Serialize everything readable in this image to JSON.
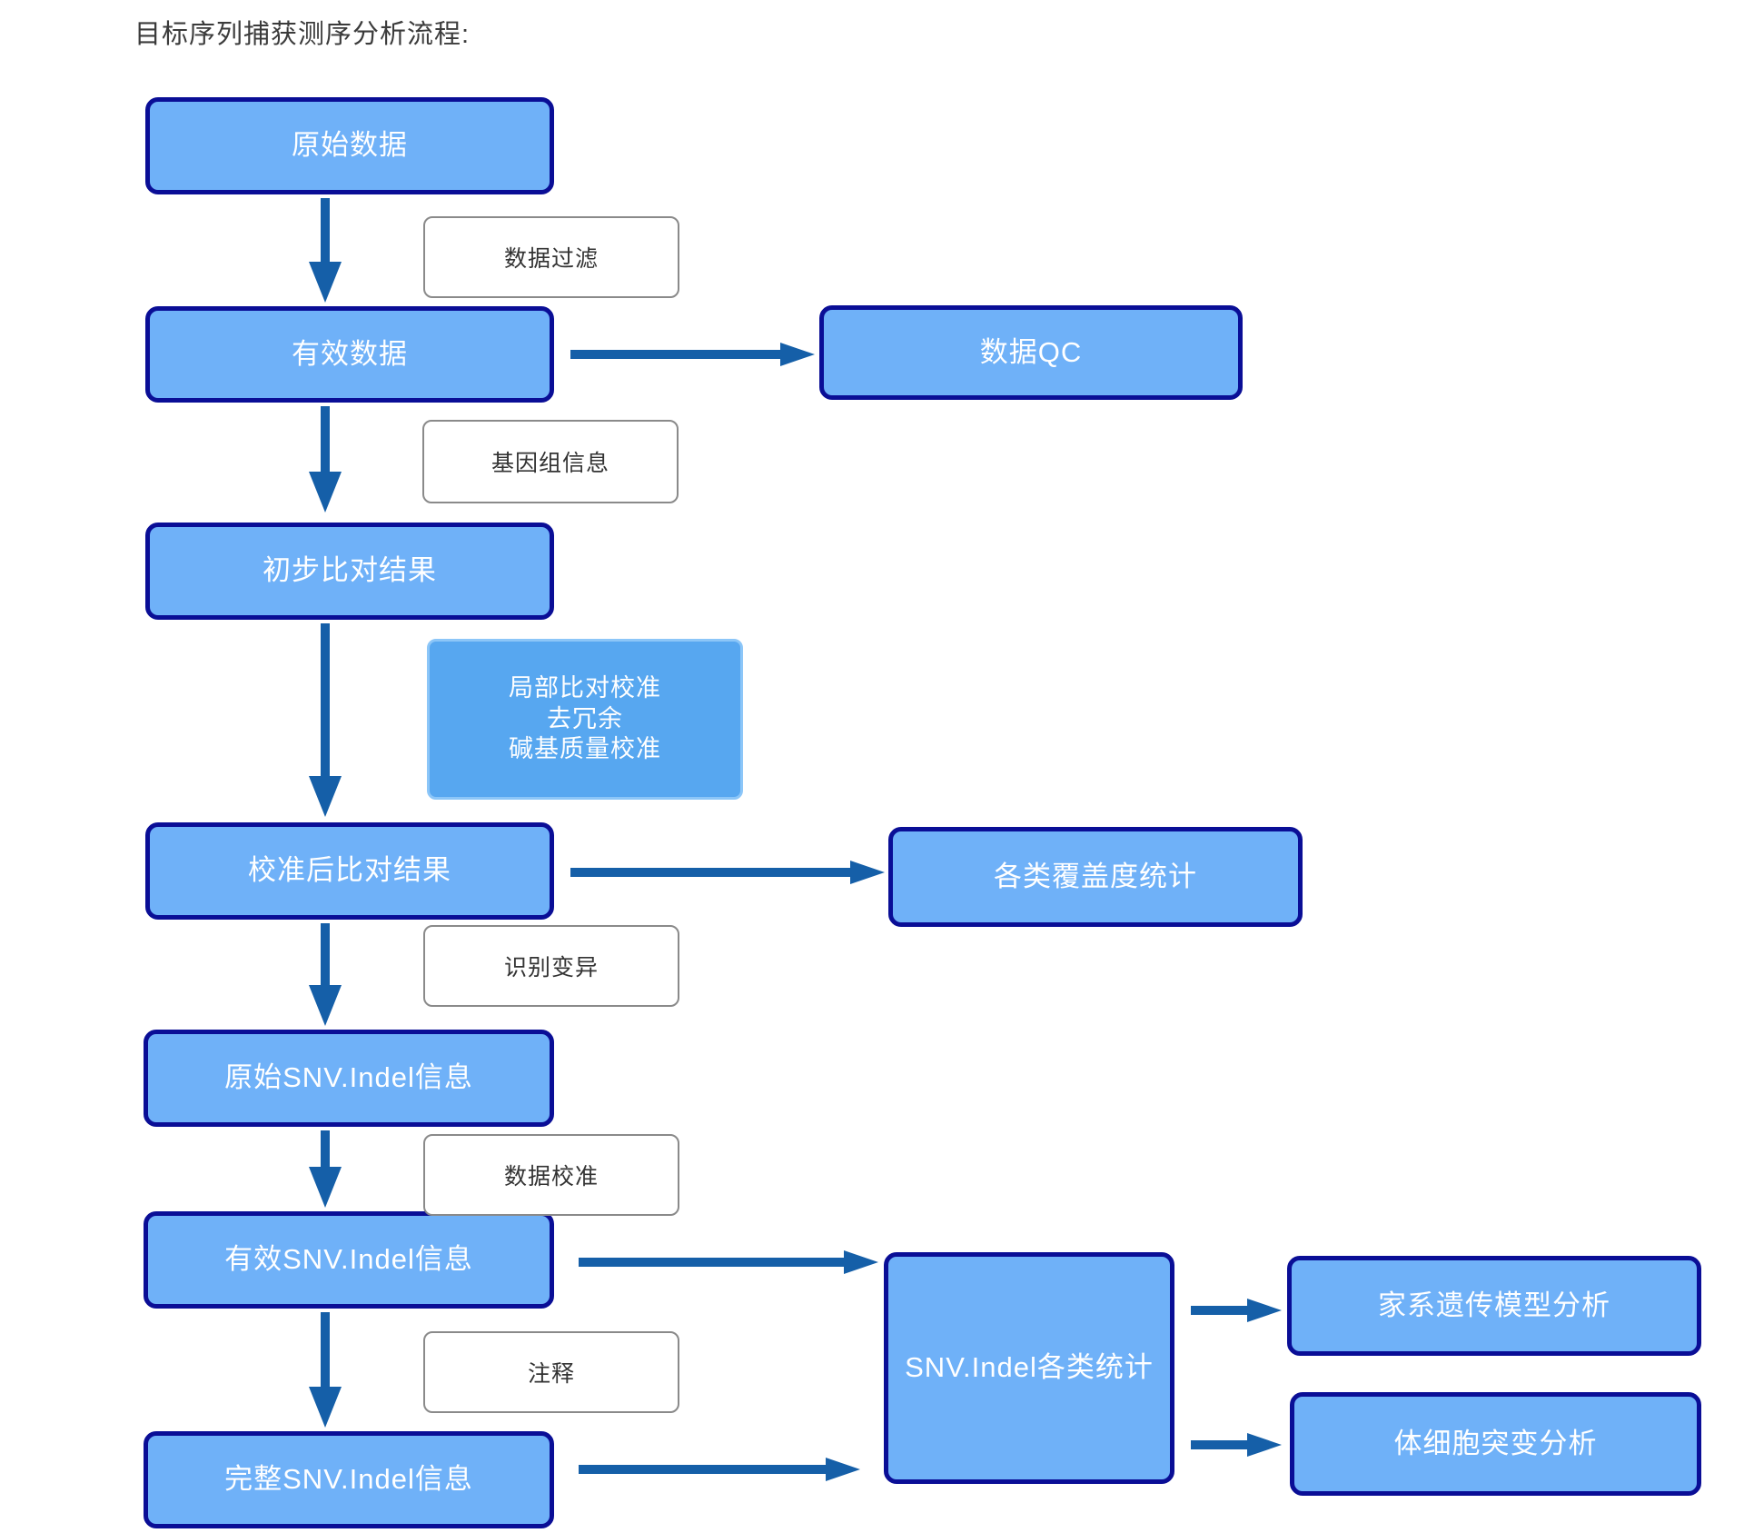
{
  "diagram": {
    "title": "目标序列捕获测序分析流程:",
    "nodes": {
      "raw_data": "原始数据",
      "valid_data": "有效数据",
      "data_qc": "数据QC",
      "initial_alignment": "初步比对结果",
      "calibrated_alignment": "校准后比对结果",
      "coverage_stats": "各类覆盖度统计",
      "raw_snv_indel": "原始SNV.Indel信息",
      "valid_snv_indel": "有效SNV.Indel信息",
      "complete_snv_indel": "完整SNV.Indel信息",
      "snv_indel_stats": "SNV.Indel各类统计",
      "pedigree_model": "家系遗传模型分析",
      "somatic_mutation": "体细胞突变分析"
    },
    "step_labels": {
      "data_filter": "数据过滤",
      "genome_info": "基因组信息",
      "variant_calling": "识别变异",
      "data_calibration": "数据校准",
      "annotation": "注释"
    },
    "process_note": {
      "line1": "局部比对校准",
      "line2": "去冗余",
      "line3": "碱基质量校准"
    },
    "colors": {
      "node_fill": "#6FB1F8",
      "node_border": "#0A0E96",
      "note_fill": "#57A7F0",
      "note_border": "#8CC6F8",
      "arrow": "#155FA8",
      "step_label_border": "#8A8A8A",
      "step_label_text": "#333333",
      "title_text": "#3B3B3B"
    }
  }
}
